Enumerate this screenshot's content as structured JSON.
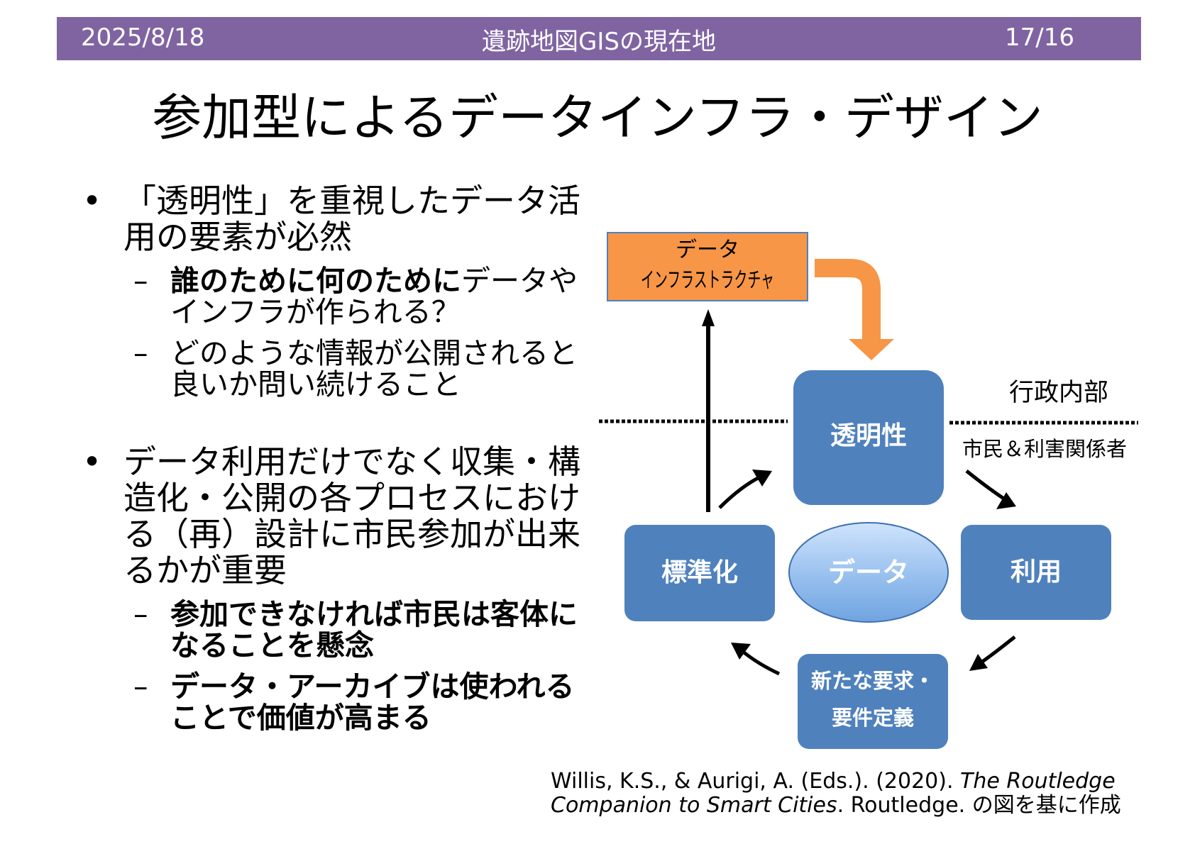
{
  "header": {
    "date": "2025/8/18",
    "title": "遺跡地図GISの現在地",
    "page": "17/16"
  },
  "slide_title": "参加型によるデータインフラ・デザイン",
  "bullets": [
    {
      "text": "「透明性」を重視したデータ活用の要素が必然",
      "subs": [
        {
          "bold": "誰のために何のために",
          "normal": "データやインフラが作られる？"
        },
        {
          "bold": "",
          "normal": "どのような情報が公開されると良いか問い続けること"
        }
      ]
    },
    {
      "text": "データ利用だけでなく収集・構造化・公開の各プロセスにおける（再）設計に市民参加が出来るかが重要",
      "subs": [
        {
          "bold": "参加できなければ市民は客体になることを懸念",
          "normal": ""
        },
        {
          "bold": "データ・アーカイブは使われることで価値が高まる",
          "normal": ""
        }
      ]
    }
  ],
  "diagram": {
    "infra_line1": "データ",
    "infra_line2": "インフラストラクチャ",
    "transparency": "透明性",
    "use": "利用",
    "standardize": "標準化",
    "requirements_line1": "新たな要求・",
    "requirements_line2": "要件定義",
    "data": "データ",
    "inside_label": "行政内部",
    "outside_label": "市民＆利害関係者",
    "colors": {
      "box": "#4f81bd",
      "infra": "#f79646",
      "ellipse_light": "#a9cdf5"
    }
  },
  "citation": {
    "authors": "Willis, K.S., & Aurigi, A. (Eds.). (2020). ",
    "title_part1": "The Routledge",
    "title_part2": "Companion to Smart Cities",
    "suffix": ". Routledge. の図を基に作成"
  }
}
